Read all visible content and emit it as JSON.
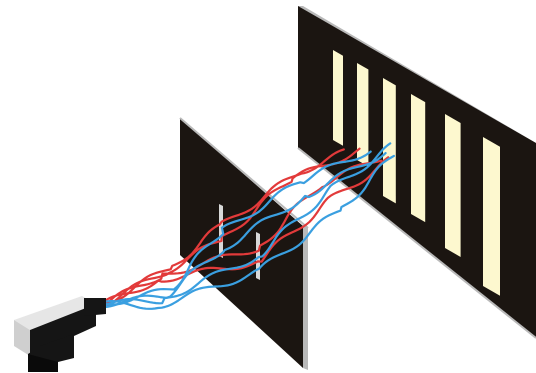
{
  "colors": {
    "background": "#ffffff",
    "panel_face": "#1b1511",
    "panel_edge": "#b9b9b9",
    "slit_glow": "#fdf8cf",
    "wave_red": "#e23a3a",
    "wave_blue": "#3a9fe0",
    "source_body_light": "#e6e6e6",
    "source_body_dark": "#151515"
  },
  "diagram": {
    "subject": "double-slit-interference",
    "source_icon": "light-source-icon",
    "barrier_slit_count": 2,
    "screen_fringe_count": 6,
    "red_wave_count": 4,
    "blue_wave_count": 4
  }
}
